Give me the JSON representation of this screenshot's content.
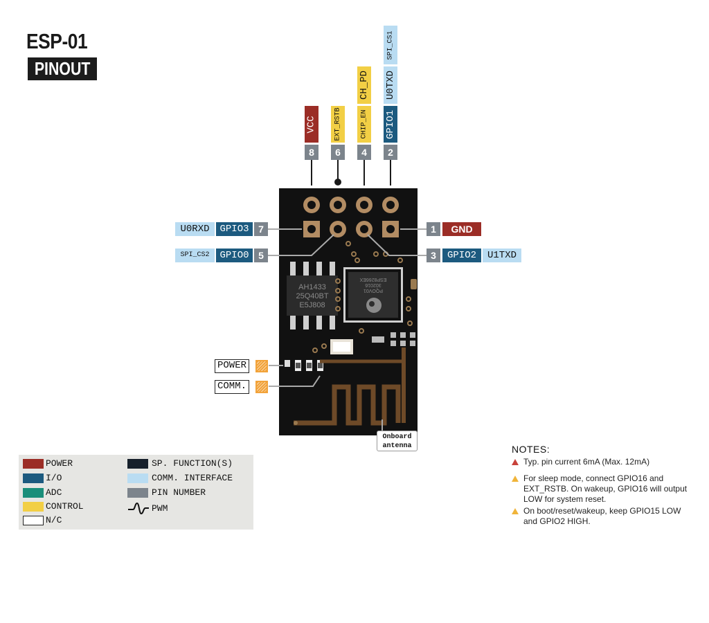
{
  "title": {
    "main": "ESP-01",
    "sub": "PINOUT"
  },
  "top_pins": [
    {
      "number": "8",
      "labels": [
        {
          "text": "VCC",
          "type": "power"
        }
      ]
    },
    {
      "number": "6",
      "labels": [
        {
          "text": "EXT_RSTB",
          "type": "control"
        }
      ]
    },
    {
      "number": "4",
      "labels": [
        {
          "text": "CHIP_EN",
          "type": "control"
        },
        {
          "text": "CH_PD",
          "type": "control"
        }
      ]
    },
    {
      "number": "2",
      "labels": [
        {
          "text": "GPIO1",
          "type": "io"
        },
        {
          "text": "U0TXD",
          "type": "comm"
        },
        {
          "text": "SPI_CS1",
          "type": "comm"
        }
      ]
    }
  ],
  "left_pins": [
    {
      "number": "7",
      "gpio": "GPIO3",
      "extra": "U0RXD"
    },
    {
      "number": "5",
      "gpio": "GPIO0",
      "extra": "SPI_CS2"
    }
  ],
  "right_pins": [
    {
      "number": "1",
      "label": "GND"
    },
    {
      "number": "3",
      "gpio": "GPIO2",
      "extra": "U1TXD"
    }
  ],
  "board": {
    "flash_text": [
      "AH1433",
      "25Q40BT",
      "E5J808"
    ],
    "chip_text": [
      "ESP8266EX",
      "302016",
      "PQOV01"
    ]
  },
  "leds": {
    "power": "POWER",
    "comm": "COMM."
  },
  "antenna": {
    "line1": "Onboard",
    "line2": "antenna"
  },
  "legend": [
    {
      "label": "POWER",
      "color": "#9b2d26"
    },
    {
      "label": "I/O",
      "color": "#1c5a7f"
    },
    {
      "label": "ADC",
      "color": "#1a8e7a"
    },
    {
      "label": "CONTROL",
      "color": "#f2cf45"
    },
    {
      "label": "N/C",
      "color": "#ffffff"
    },
    {
      "label": "SP. FUNCTION(S)",
      "color": "#16202b"
    },
    {
      "label": "COMM. INTERFACE",
      "color": "#b9dcf2"
    },
    {
      "label": "PIN NUMBER",
      "color": "#7c848c"
    },
    {
      "label": "PWM",
      "icon": "pwm-wave-icon"
    }
  ],
  "notes": {
    "title": "NOTES:",
    "items": [
      {
        "text": "Typ. pin current 6mA (Max. 12mA)",
        "icon": "warning-triangle-red-icon",
        "color": "#c8423b"
      },
      {
        "text": "For sleep mode, connect GPIO16 and EXT_RSTB. On wakeup, GPIO16 will output LOW for system reset.",
        "icon": "warning-triangle-yellow-icon",
        "color": "#f0b43a"
      },
      {
        "text": "On boot/reset/wakeup, keep GPIO15 LOW and GPIO2 HIGH.",
        "icon": "warning-triangle-yellow-icon",
        "color": "#f0b43a"
      }
    ]
  }
}
